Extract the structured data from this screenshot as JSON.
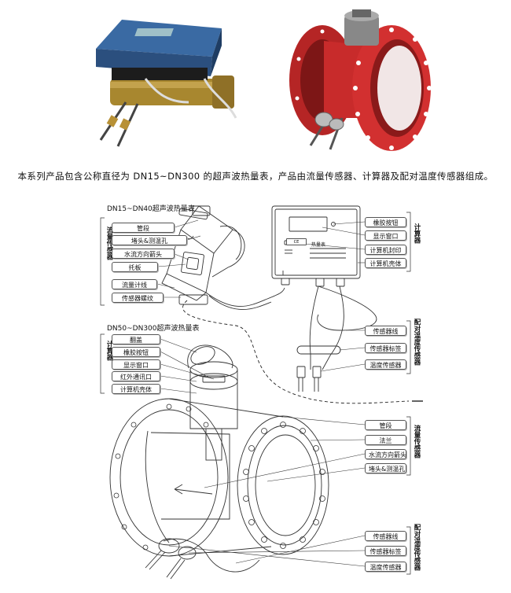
{
  "caption": "本系列产品包含公称直径为 DN15~DN300 的超声波热量表，产品由流量传感器、计算器及配对温度传感器组成。",
  "small_meter": {
    "title": "DN15~DN40超声波热量表",
    "flow_sensor_group": "流量传感器",
    "flow_labels": [
      "管段",
      "堵头&测温孔",
      "水流方向箭头",
      "托板",
      "流量计线",
      "传感器螺纹"
    ],
    "calculator_group": "计算器",
    "calculator_labels": [
      "橡胶按钮",
      "显示窗口",
      "计算机封印",
      "计算机壳体"
    ],
    "temp_group": "配对温度传感器",
    "temp_labels": [
      "传感器线",
      "传感器标签",
      "温度传感器"
    ],
    "device_display": {
      "name": "热量表",
      "mark": "CE"
    }
  },
  "large_meter": {
    "title": "DN50~DN300超声波热量表",
    "calculator_group": "计算器",
    "calculator_labels": [
      "翻盖",
      "橡胶按钮",
      "显示窗口",
      "红外通讯口",
      "计算机壳体"
    ],
    "flow_sensor_group": "流量传感器",
    "flow_labels": [
      "管段",
      "法兰",
      "水流方向箭头",
      "堵头&测温孔"
    ],
    "temp_group": "配对温度传感器",
    "temp_labels": [
      "传感器线",
      "传感器标签",
      "温度传感器"
    ]
  },
  "colors": {
    "meter_blue": "#2f5d94",
    "brass": "#a8872f",
    "flange_red": "#cc2a2a",
    "line": "#333333"
  }
}
